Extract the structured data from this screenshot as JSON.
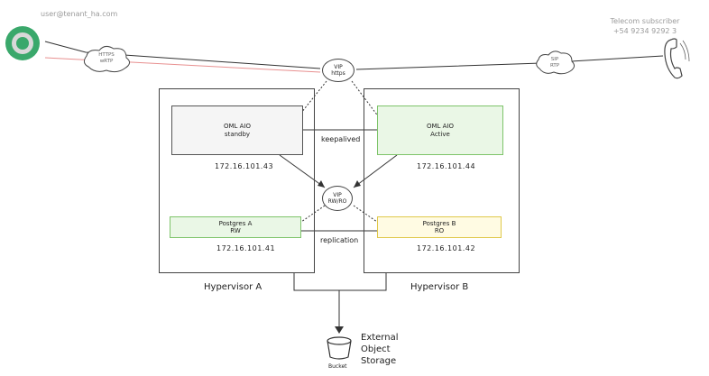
{
  "user": {
    "label": "user@tenant_ha.com"
  },
  "clouds": {
    "left": {
      "line1": "HTTPS",
      "line2": "wRTP"
    },
    "right": {
      "line1": "SIP",
      "line2": "RTP"
    }
  },
  "subscriber": {
    "line1": "Telecom subscriber",
    "line2": "+54 9234 9292 3"
  },
  "vip_top": {
    "line1": "VIP",
    "line2": "https"
  },
  "vip_mid": {
    "line1": "VIP",
    "line2": "RW/RO"
  },
  "oml_standby": {
    "line1": "OML AIO",
    "line2": "standby",
    "ip": "172.16.101.43"
  },
  "oml_active": {
    "line1": "OML AIO",
    "line2": "Active",
    "ip": "172.16.101.44"
  },
  "pg_a": {
    "line1": "Postgres A",
    "line2": "RW",
    "ip": "172.16.101.41"
  },
  "pg_b": {
    "line1": "Postgres B",
    "line2": "RO",
    "ip": "172.16.101.42"
  },
  "keepalived": "keepalived",
  "replication": "replication",
  "hypervisor_a": "Hypervisor A",
  "hypervisor_b": "Hypervisor B",
  "bucket": "Bucket",
  "storage": {
    "line1": "External",
    "line2": "Object",
    "line3": "Storage"
  },
  "colors": {
    "green_fill": "#eaf7e6",
    "green_border": "#7ec46a",
    "yellow_fill": "#fffbe3",
    "yellow_border": "#e0c84a",
    "link_red": "#e89090"
  }
}
